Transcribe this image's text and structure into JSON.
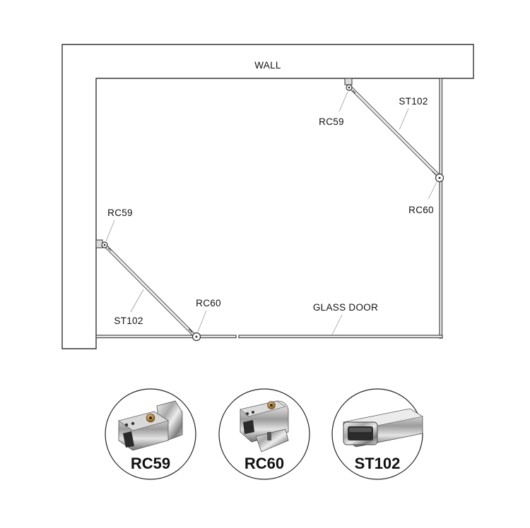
{
  "diagram": {
    "wall_label": "WALL",
    "glass_door_label": "GLASS DOOR",
    "callouts": {
      "top_rc59": "RC59",
      "top_st102": "ST102",
      "top_rc60": "RC60",
      "left_rc59": "RC59",
      "left_st102": "ST102",
      "left_rc60": "RC60"
    }
  },
  "parts": [
    {
      "code": "RC59",
      "icon": "rc59-connector-icon"
    },
    {
      "code": "RC60",
      "icon": "rc60-connector-icon"
    },
    {
      "code": "ST102",
      "icon": "st102-tube-icon"
    }
  ]
}
